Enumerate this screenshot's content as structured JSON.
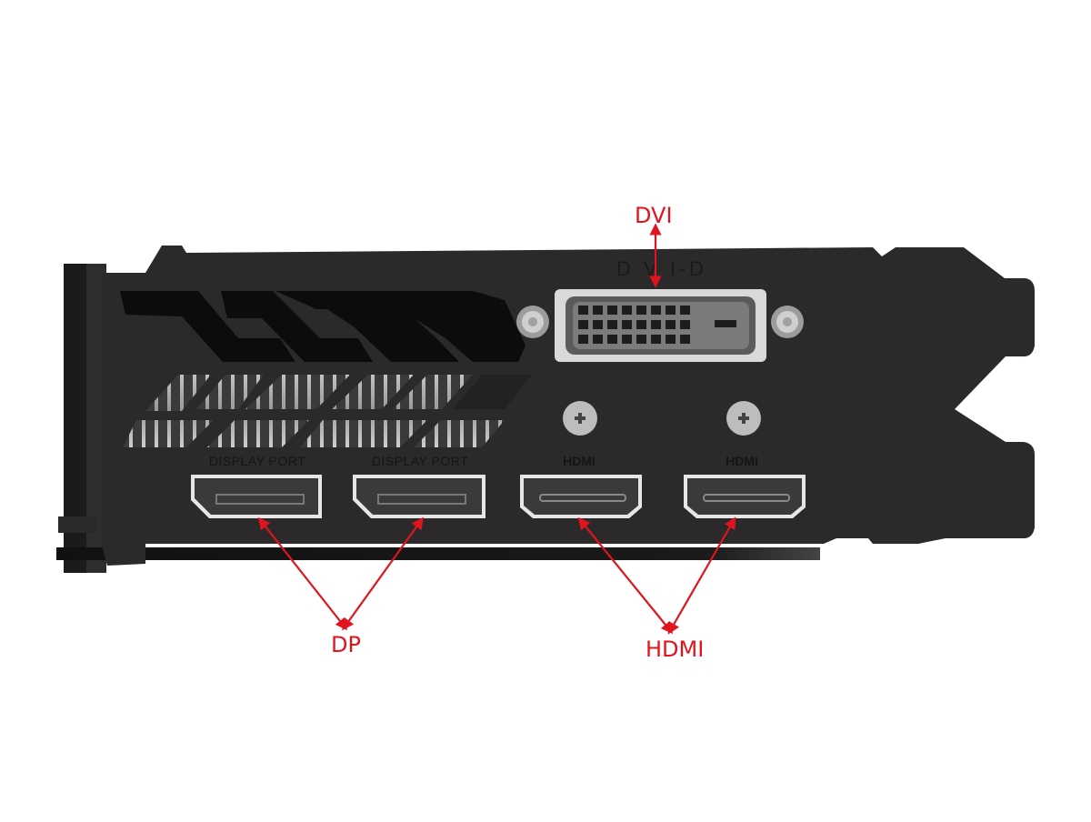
{
  "image": {
    "subject": "Graphics card I/O bracket",
    "background": "#ffffff",
    "bracket_color": "#2b2929",
    "annotation_color": "#e0141e"
  },
  "annotations": {
    "dvi": {
      "label": "DVI"
    },
    "dp": {
      "label": "DP"
    },
    "hdmi": {
      "label": "HDMI"
    }
  },
  "bracket_labels": {
    "dvi_port": "D V I-D",
    "dp1": "DISPLAY PORT",
    "dp2": "DISPLAY PORT",
    "hdmi1": "HDMI",
    "hdmi2": "HDMI"
  },
  "ports": [
    {
      "type": "DVI-D",
      "count": 1
    },
    {
      "type": "DisplayPort",
      "count": 2
    },
    {
      "type": "HDMI",
      "count": 2
    }
  ]
}
